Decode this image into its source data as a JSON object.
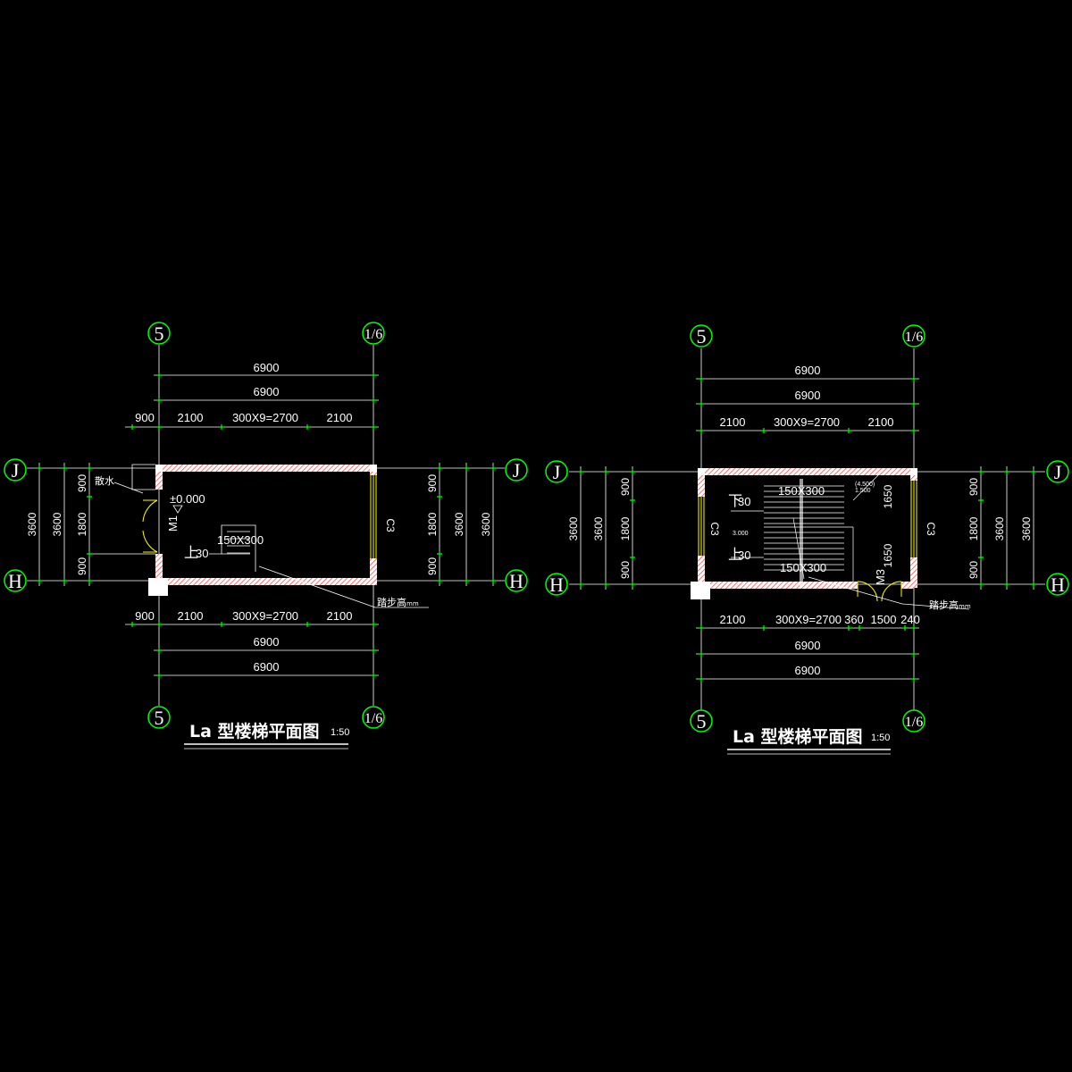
{
  "left_plan": {
    "axis_top_left": "5",
    "axis_top_right": "1/6",
    "axis_bottom_left": "5",
    "axis_bottom_right": "1/6",
    "axis_left_top": "J",
    "axis_left_bottom": "H",
    "axis_right_top": "J",
    "axis_right_bottom": "H",
    "top_total_1": "6900",
    "top_total_2": "6900",
    "top_segments": [
      "900",
      "2100",
      "300X9=2700",
      "2100"
    ],
    "bottom_segments": [
      "900",
      "2100",
      "300X9=2700",
      "2100"
    ],
    "bottom_total_1": "6900",
    "bottom_total_2": "6900",
    "left_overall_1": "3600",
    "left_overall_2": "3600",
    "left_segments": [
      "900",
      "1800",
      "900"
    ],
    "right_segments": [
      "900",
      "1800",
      "900"
    ],
    "right_overall_1": "3600",
    "right_overall_2": "3600",
    "label_sanshui": "散水",
    "label_elevation": "±0.000",
    "label_door": "M1",
    "label_up": "上",
    "label_up_num": "30",
    "label_step": "150X300",
    "label_window": "C3",
    "label_tread": "踏步高",
    "label_tread_unit": "mm",
    "title": "La 型楼梯平面图",
    "scale": "1:50"
  },
  "right_plan": {
    "axis_top_left": "5",
    "axis_top_right": "1/6",
    "axis_bottom_left": "5",
    "axis_bottom_right": "1/6",
    "axis_left_top": "J",
    "axis_left_bottom": "H",
    "axis_right_top": "J",
    "axis_right_bottom": "H",
    "top_total_1": "6900",
    "top_total_2": "6900",
    "top_segments": [
      "2100",
      "300X9=2700",
      "2100"
    ],
    "bottom_segments": [
      "2100",
      "300X9=2700",
      "360",
      "1500",
      "240"
    ],
    "bottom_total_1": "6900",
    "bottom_total_2": "6900",
    "left_overall_1": "3600",
    "left_overall_2": "3600",
    "left_segments": [
      "900",
      "1800",
      "900"
    ],
    "right_segments": [
      "900",
      "1800",
      "900"
    ],
    "right_overall_1": "3600",
    "right_overall_2": "3600",
    "label_down": "下",
    "label_down_num": "30",
    "label_up": "上",
    "label_up_num": "30",
    "label_step_top": "150X300",
    "label_step_bottom": "150X300",
    "label_elev_a": "(4.500)",
    "label_elev_b": "1.500",
    "label_elev_c": "3.000",
    "label_1650_a": "1650",
    "label_1650_b": "1650",
    "label_window_left": "C3",
    "label_window_right": "C3",
    "label_door": "M3",
    "label_tread": "踏步高",
    "label_tread_unit": "mm",
    "title": "La 型楼梯平面图",
    "scale": "1:50"
  },
  "colors": {
    "wall": "#ffffff",
    "dim_line": "#ffffff",
    "tick": "#00ff00",
    "axis_circle": "#00ff00",
    "window": "#ffff00",
    "hatch": "#ff0000"
  }
}
